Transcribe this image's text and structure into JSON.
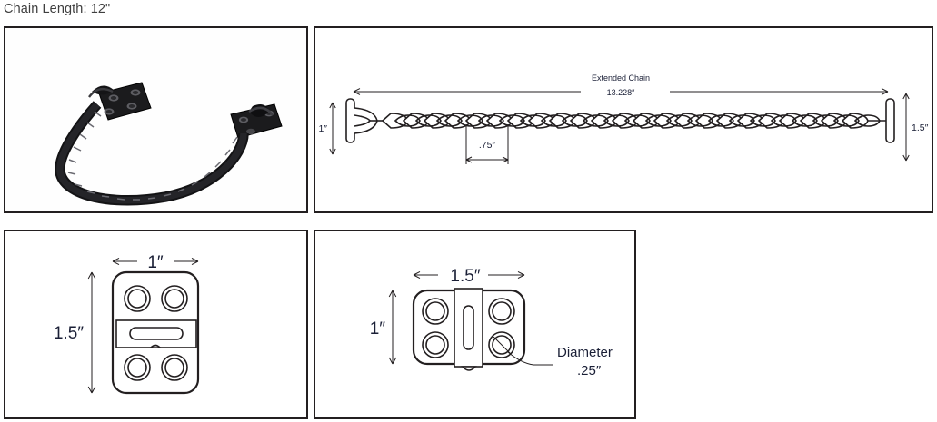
{
  "header": {
    "title": "Chain Length: 12\""
  },
  "panels": {
    "photo": {
      "name": "Product photograph",
      "alt": "Black door security chain with two mounting plates"
    },
    "extended_chain": {
      "label_top": "Extended Chain",
      "label_length": "13.228″",
      "dim_left_height": "1″",
      "dim_link_width": ".75″",
      "dim_right_height": "1.5″"
    },
    "plate_a": {
      "dim_width": "1″",
      "dim_height": "1.5″"
    },
    "plate_b": {
      "dim_width": "1.5″",
      "dim_height": "1″",
      "callout_line1": "Diameter",
      "callout_line2": ".25″"
    }
  },
  "colors": {
    "border": "#231f20",
    "dimension_text": "#1a1f36",
    "header_text": "#3f3f3f",
    "background": "#ffffff"
  }
}
